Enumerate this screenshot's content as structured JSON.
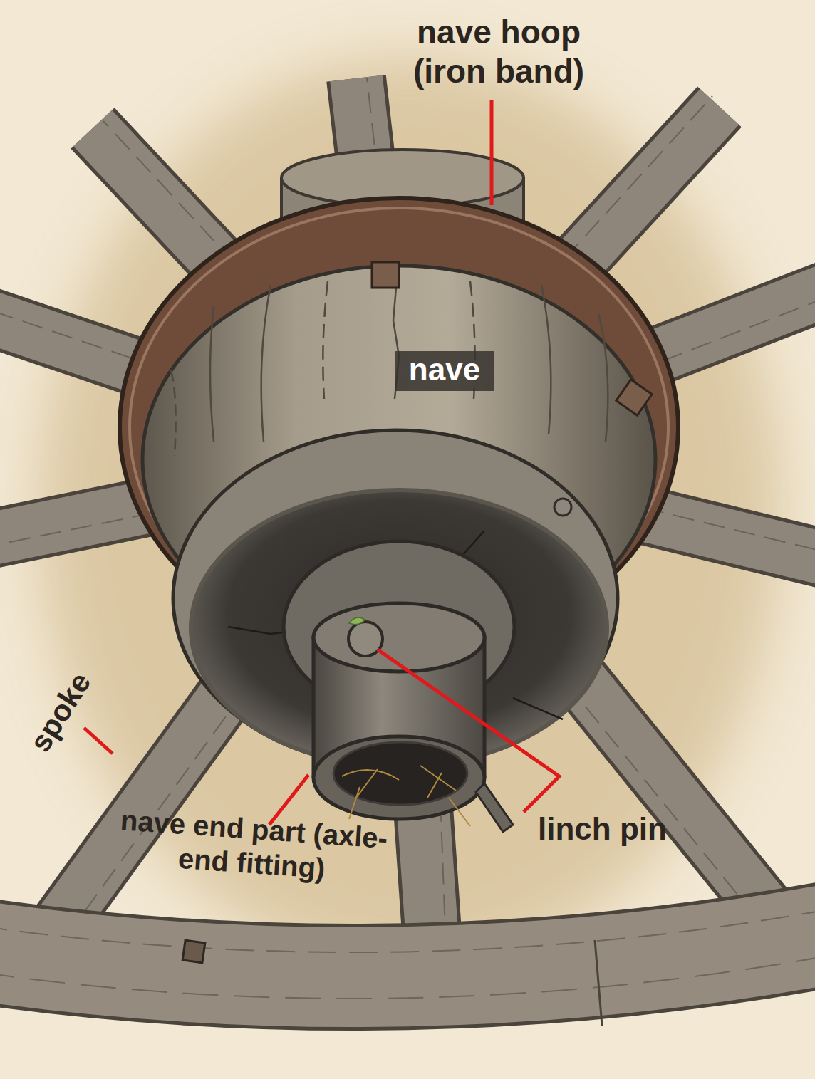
{
  "diagram": {
    "labels": [
      "nave hoop (iron band)",
      "nave",
      "spoke",
      "nave end part (axle-end fitting)",
      "linch pin"
    ]
  }
}
